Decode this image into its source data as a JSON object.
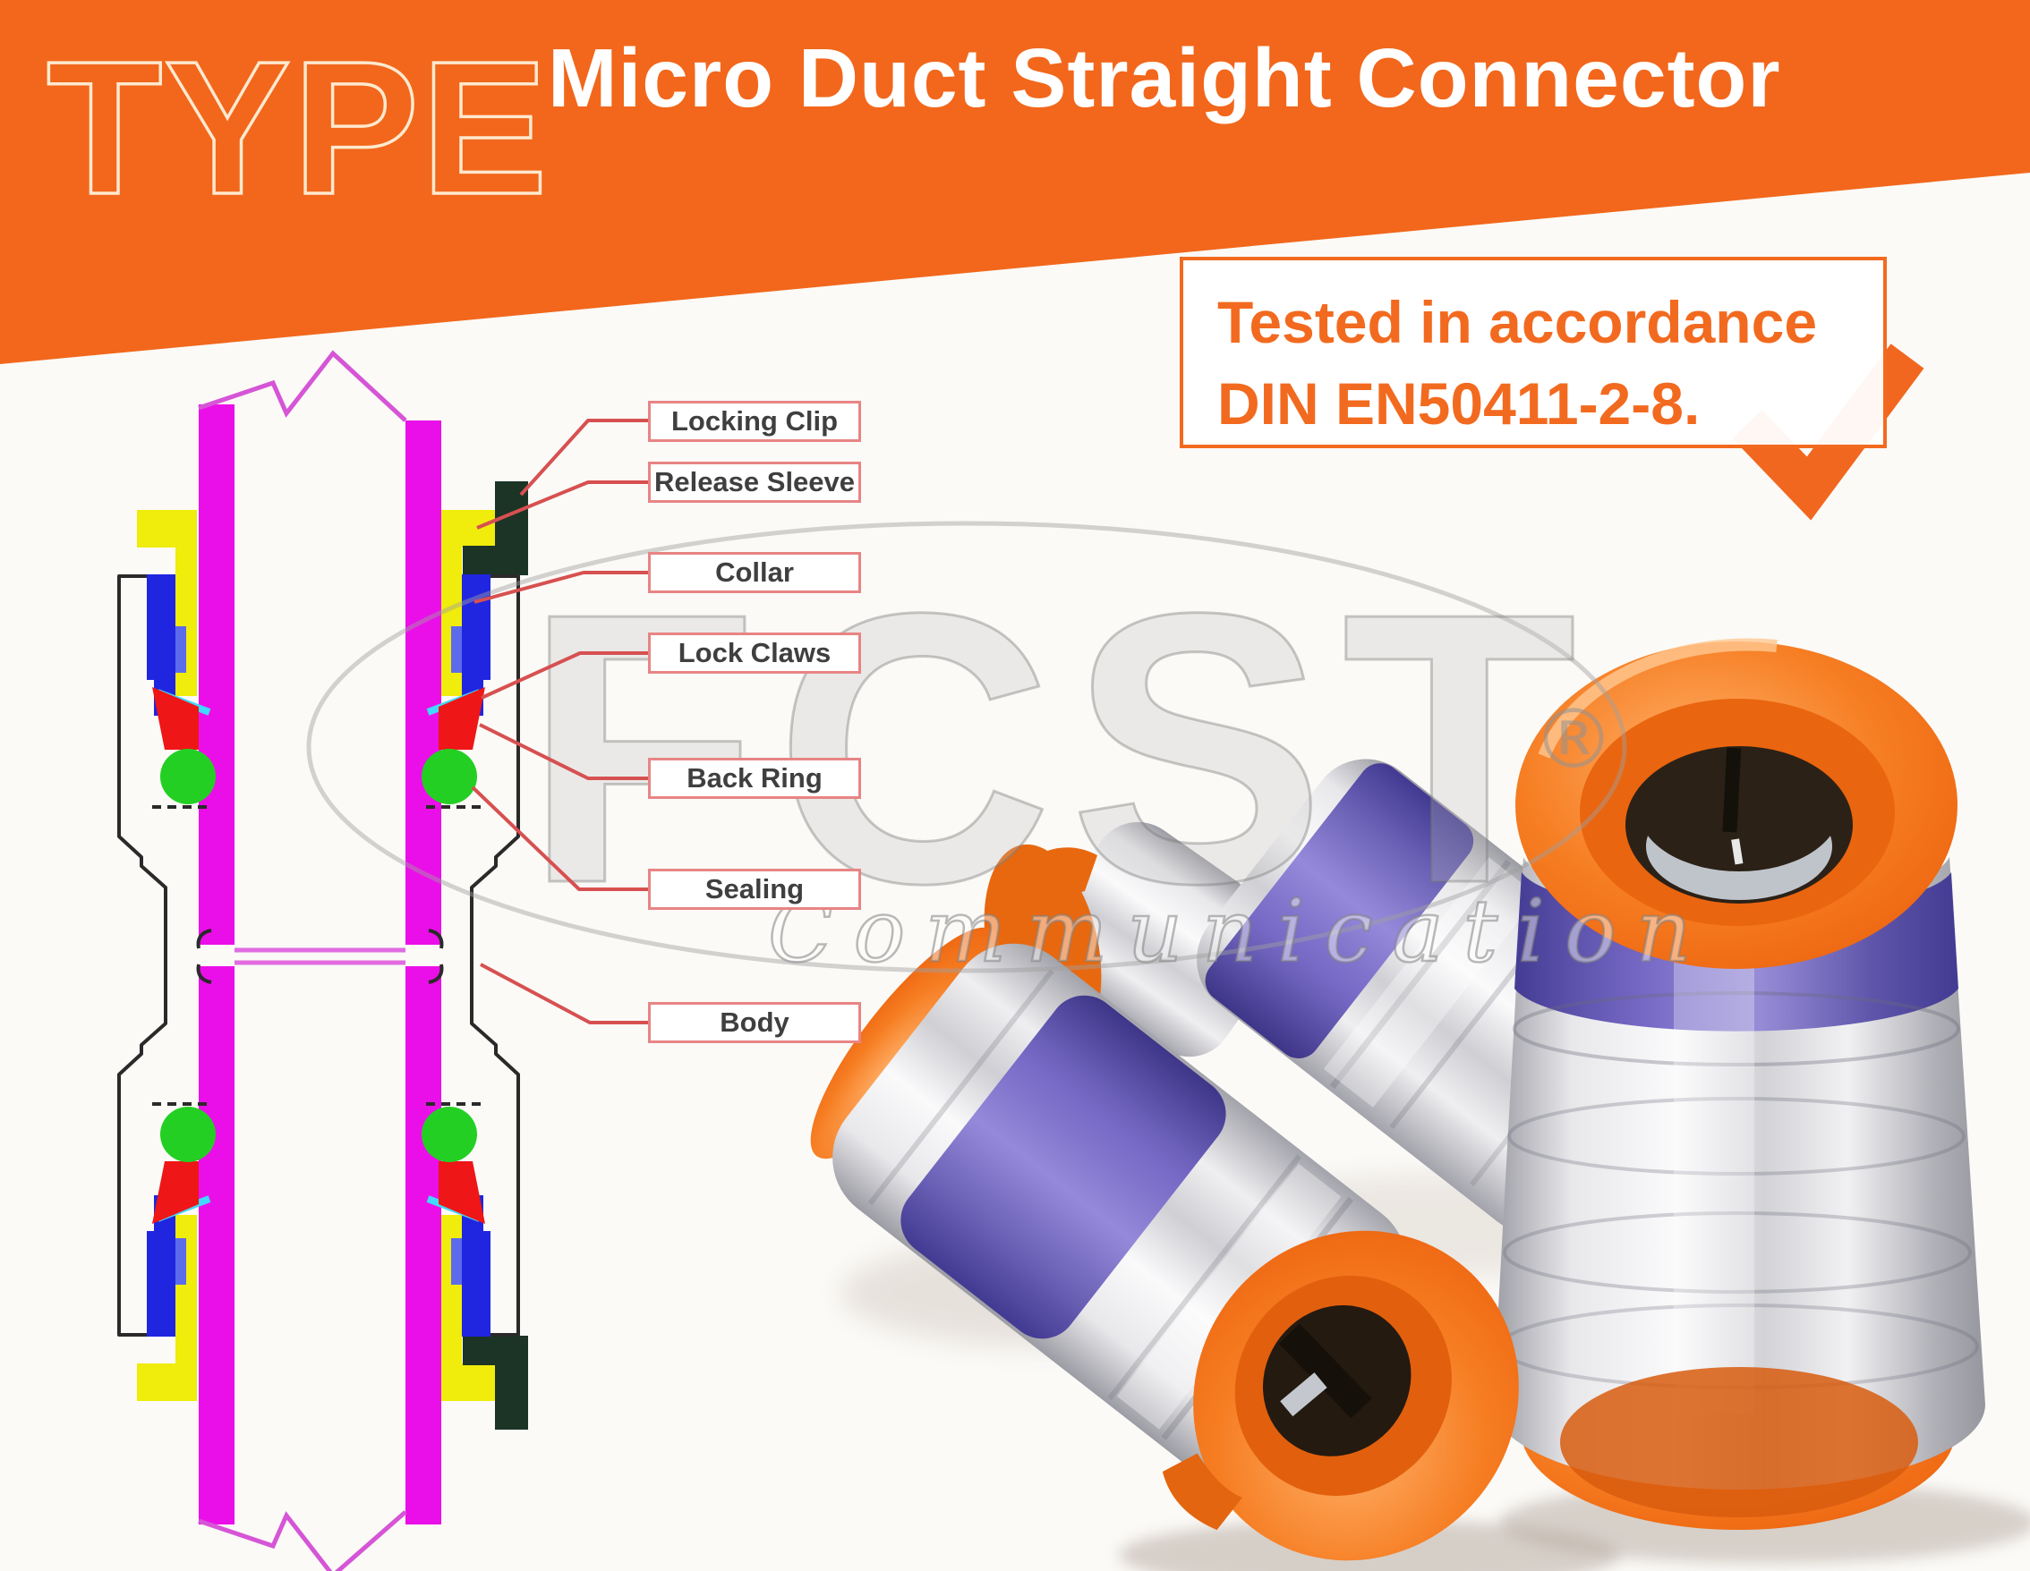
{
  "header": {
    "brand_word": "TYPE",
    "title": "Micro Duct Straight Connector",
    "band_color": "#F2671C"
  },
  "certification": {
    "line1": "Tested in accordance",
    "line2": "DIN EN50411-2-8.",
    "check_icon": "orange-checkmark"
  },
  "diagram": {
    "labels": [
      {
        "text": "Locking Clip",
        "part_color": "#1B3426"
      },
      {
        "text": "Release Sleeve",
        "part_color": "#F0EC0B"
      },
      {
        "text": "Collar",
        "part_color": "#2026DF"
      },
      {
        "text": "Lock Claws",
        "part_color": "#41D9FF"
      },
      {
        "text": "Back Ring",
        "part_color": "#EE1616"
      },
      {
        "text": "Sealing",
        "part_color": "#24CF24"
      },
      {
        "text": "Body",
        "part_color": "#2A2A2A"
      }
    ],
    "duct_color": "#EA0FE8"
  },
  "watermark": {
    "logo": "FCST",
    "registered": "®",
    "script": "Communication"
  },
  "product": {
    "ring_color": "#F4731A",
    "body_color": "#D9D9DC",
    "band_color": "#6E60C4"
  }
}
